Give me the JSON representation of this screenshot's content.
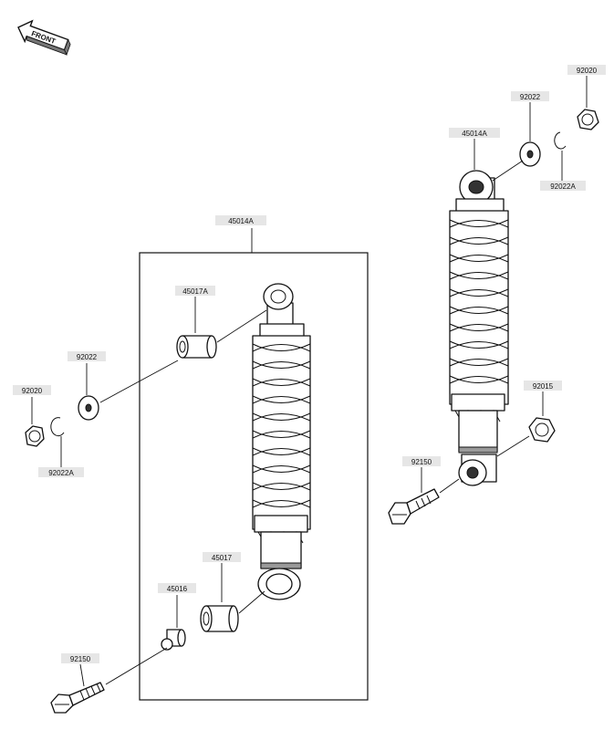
{
  "front_badge": {
    "text": "FRONT"
  },
  "labels": {
    "left_assembly": "45014A",
    "left_bushing_top": "45017A",
    "left_washer": "92022",
    "left_nut": "92020",
    "left_clip": "92022A",
    "left_bushing_bottom": "45017",
    "left_collar": "45016",
    "left_bolt": "92150",
    "right_assembly": "45014A",
    "right_washer": "92022",
    "right_nut": "92020",
    "right_clip": "92022A",
    "right_bottom_nut": "92015",
    "right_bolt": "92150"
  }
}
